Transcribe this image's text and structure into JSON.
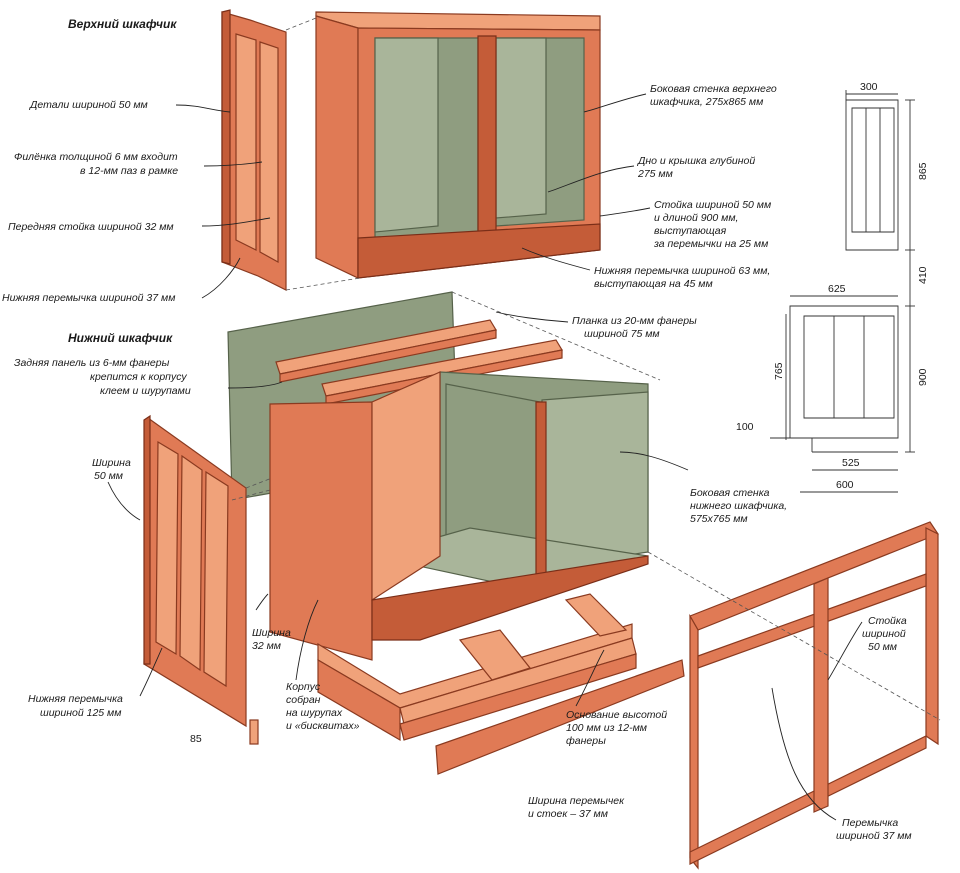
{
  "titles": {
    "upper": "Верхний шкафчик",
    "lower": "Нижний шкафчик"
  },
  "labels": {
    "detail_width": "Детали шириной 50 мм",
    "panel_l1": "Филёнка толщиной 6 мм входит",
    "panel_l2": "в 12-мм паз в рамке",
    "front_stile": "Передняя стойка шириной 32 мм",
    "bottom_rail_37": "Нижняя перемычка шириной 37 мм",
    "side_upper_l1": "Боковая стенка верхнего",
    "side_upper_l2": "шкафчика, 275х865 мм",
    "bottom_top_l1": "Дно и крышка глубиной",
    "bottom_top_l2": "275 мм",
    "stile_l1": "Стойка шириной 50 мм",
    "stile_l2": "и длиной 900 мм,",
    "stile_l3": "выступающая",
    "stile_l4": "за перемычки на 25 мм",
    "low_rail_l1": "Нижняя перемычка шириной 63 мм,",
    "low_rail_l2": "выступающая на 45 мм",
    "plank_l1": "Планка из 20-мм фанеры",
    "plank_l2": "шириной 75 мм",
    "back_l1": "Задняя панель из 6-мм фанеры",
    "back_l2": "крепится к корпусу",
    "back_l3": "клеем и шурупами",
    "width50_l1": "Ширина",
    "width50_l2": "50 мм",
    "side_lower_l1": "Боковая стенка",
    "side_lower_l2": "нижнего шкафчика,",
    "side_lower_l3": "575х765 мм",
    "width32_l1": "Ширина",
    "width32_l2": "32 мм",
    "rail125_l1": "Нижняя перемычка",
    "rail125_l2": "шириной 125 мм",
    "case_l1": "Корпус",
    "case_l2": "собран",
    "case_l3": "на шурупах",
    "case_l4": "и «бисквитах»",
    "base_l1": "Основание высотой",
    "base_l2": "100 мм из 12-мм",
    "base_l3": "фанеры",
    "dim85": "85",
    "rail_width_l1": "Ширина перемычек",
    "rail_width_l2": "и стоек – 37 мм",
    "frame_stile_l1": "Стойка",
    "frame_stile_l2": "шириной",
    "frame_stile_l3": "50 мм",
    "frame_rail_l1": "Перемычка",
    "frame_rail_l2": "шириной 37 мм"
  },
  "dimensions": {
    "d300": "300",
    "d865": "865",
    "d410": "410",
    "d625": "625",
    "d765": "765",
    "d900": "900",
    "d100": "100",
    "d525": "525",
    "d600": "600"
  },
  "colors": {
    "wood": "#e07a55",
    "plywood": "#8f9d80"
  }
}
